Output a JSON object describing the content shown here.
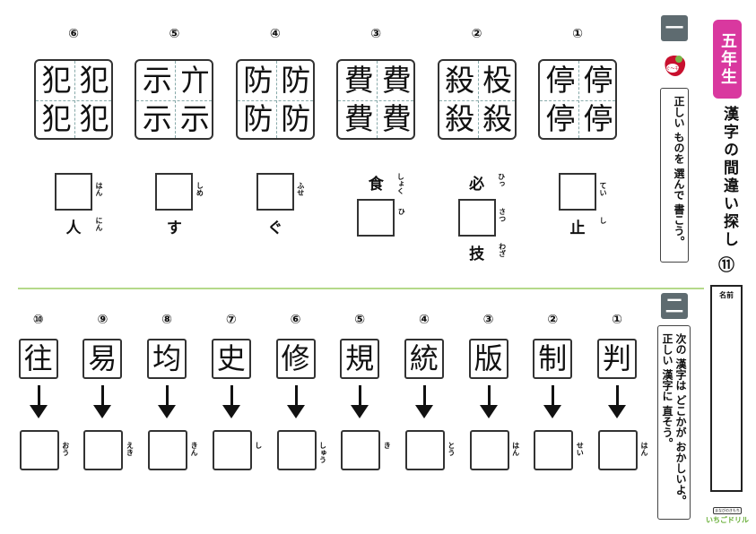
{
  "header": {
    "grade": "五年生",
    "title": "漢字の間違い探し",
    "number": "⑪",
    "name_label": "名前",
    "logo_small": "まなびのきもち",
    "logo": "いちごドリル",
    "mascot_label": "ぐ～も"
  },
  "colors": {
    "accent_pink": "#d9389f",
    "badge_gray": "#5e6b70",
    "divider_green": "#b5d98a",
    "logo_green": "#6ab03a"
  },
  "section1": {
    "badge": "一",
    "instruction": "正しい ものを 選んで 書こう。",
    "items": [
      {
        "num": "①",
        "chars": [
          "停",
          "停",
          "停",
          "停"
        ],
        "box_ruby": "てい",
        "below": {
          "text": "止",
          "ruby": "し"
        }
      },
      {
        "num": "②",
        "chars": [
          "殺",
          "杸",
          "殺",
          "殺"
        ],
        "above": {
          "text": "必",
          "ruby": "ひっ"
        },
        "box_ruby": "さつ",
        "below": {
          "text": "技",
          "ruby": "わざ"
        }
      },
      {
        "num": "③",
        "chars": [
          "費",
          "費",
          "費",
          "費"
        ],
        "above": {
          "text": "食",
          "ruby": "しょく"
        },
        "box_ruby": "ひ"
      },
      {
        "num": "④",
        "chars": [
          "防",
          "防",
          "防",
          "防"
        ],
        "box_ruby": "ふせ",
        "below": {
          "text": "ぐ",
          "ruby": ""
        }
      },
      {
        "num": "⑤",
        "chars": [
          "示",
          "亣",
          "示",
          "示"
        ],
        "box_ruby": "しめ",
        "below": {
          "text": "す",
          "ruby": ""
        }
      },
      {
        "num": "⑥",
        "chars": [
          "犯",
          "犯",
          "犯",
          "犯"
        ],
        "box_ruby": "はん",
        "below": {
          "text": "人",
          "ruby": "にん"
        }
      }
    ]
  },
  "section2": {
    "badge": "二",
    "instruction": "次の 漢字は どこかが おかしいよ。正しい 漢字に 直そう。",
    "items": [
      {
        "num": "①",
        "char": "判",
        "ruby": "はん"
      },
      {
        "num": "②",
        "char": "制",
        "ruby": "せい"
      },
      {
        "num": "③",
        "char": "版",
        "ruby": "はん"
      },
      {
        "num": "④",
        "char": "統",
        "ruby": "とう"
      },
      {
        "num": "⑤",
        "char": "規",
        "ruby": "き"
      },
      {
        "num": "⑥",
        "char": "修",
        "ruby": "しゅう"
      },
      {
        "num": "⑦",
        "char": "史",
        "ruby": "し"
      },
      {
        "num": "⑧",
        "char": "均",
        "ruby": "きん"
      },
      {
        "num": "⑨",
        "char": "易",
        "ruby": "えき"
      },
      {
        "num": "⑩",
        "char": "往",
        "ruby": "おう"
      }
    ]
  }
}
